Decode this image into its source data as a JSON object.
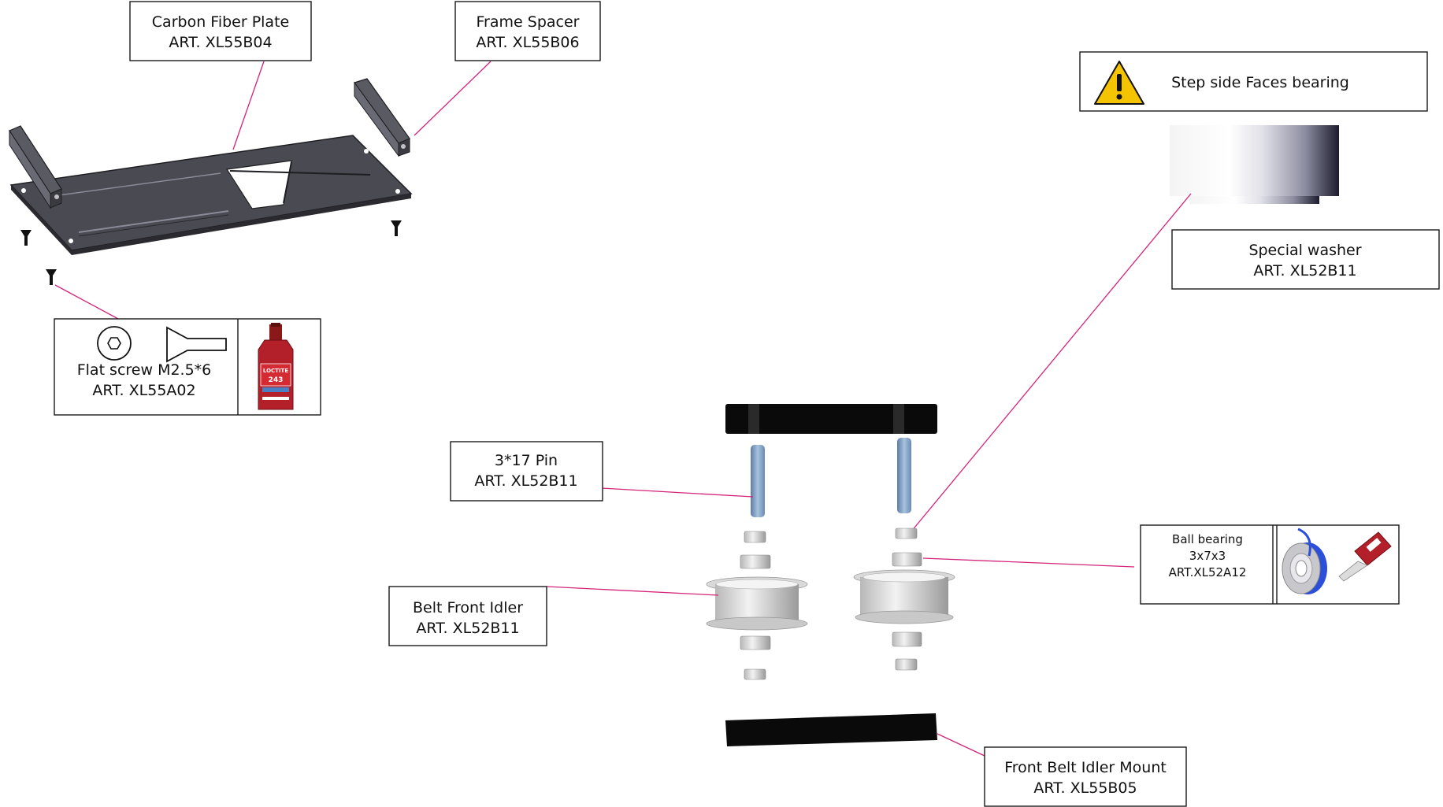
{
  "colors": {
    "leader": "#d4237a",
    "plate": "#4a4a52",
    "part_black": "#0a0a0a",
    "pin_blue": "#7f9fc4",
    "loctite_red": "#b3202a",
    "warning_yellow": "#f5c400",
    "bearing_shield_blue": "#2b4fd8"
  },
  "labels": {
    "carbon_plate": {
      "name": "Carbon Fiber Plate",
      "art": "ART. XL55B04"
    },
    "frame_spacer": {
      "name": "Frame Spacer",
      "art": "ART. XL55B06"
    },
    "flat_screw": {
      "name": "Flat screw M2.5*6",
      "art": "ART. XL55A02"
    },
    "warning": {
      "text": "Step side Faces bearing",
      "icon": "warning-triangle-icon"
    },
    "special_washer": {
      "name": "Special washer",
      "art": "ART. XL52B11"
    },
    "pin": {
      "name": "3*17 Pin",
      "art": "ART. XL52B11"
    },
    "ball_bearing": {
      "line1": "Ball bearing",
      "line2": "3x7x3",
      "art": "ART.XL52A12"
    },
    "belt_idler": {
      "name": "Belt Front Idler",
      "art": "ART. XL52B11"
    },
    "idler_mount": {
      "name": "Front Belt Idler Mount",
      "art": "ART. XL55B05"
    }
  },
  "loctite": {
    "brand": "LOCTITE",
    "number": "243"
  }
}
